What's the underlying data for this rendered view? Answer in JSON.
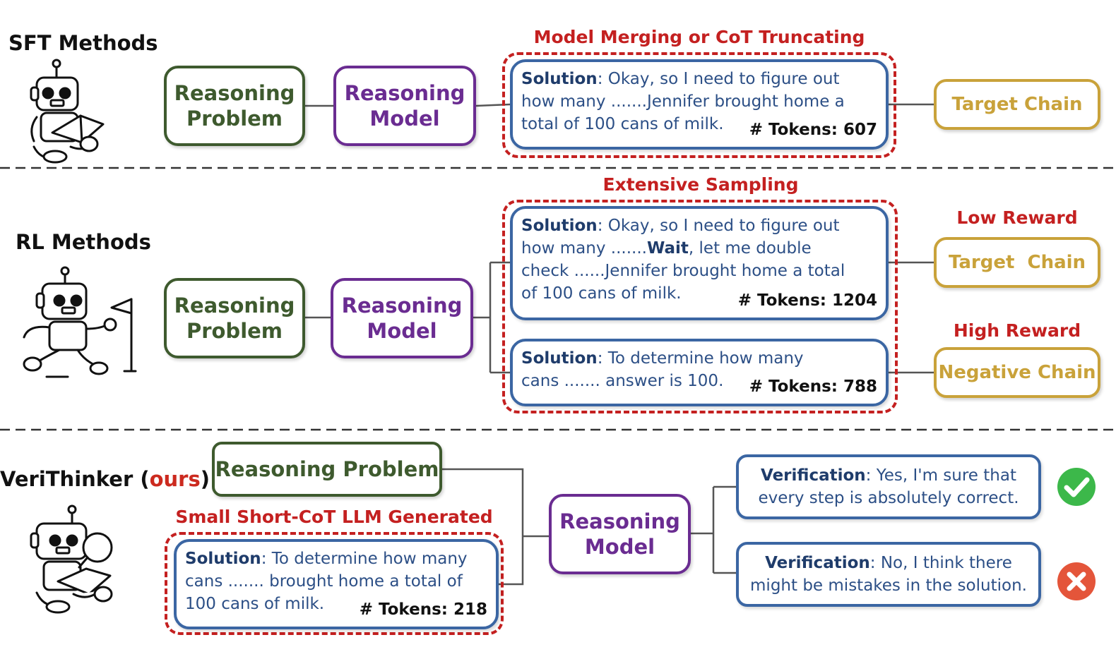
{
  "sft": {
    "title": "SFT Methods",
    "problem": [
      "Reasoning",
      "Problem"
    ],
    "model": [
      "Reasoning",
      "Model"
    ],
    "strategy": "Model Merging or CoT Truncating",
    "solution": {
      "key": "Solution",
      "lines": [
        ": Okay, so I need to figure out",
        "how many .......Jennifer brought home a",
        "total of 100 cans of milk."
      ],
      "tokens": "# Tokens: 607"
    },
    "target": "Target Chain"
  },
  "rl": {
    "title": "RL Methods",
    "problem": [
      "Reasoning",
      "Problem"
    ],
    "model": [
      "Reasoning",
      "Model"
    ],
    "strategy": "Extensive Sampling",
    "solution_long": {
      "key": "Solution",
      "line1": ": Okay, so I need to figure out",
      "line2_pre": "how many .......",
      "line2_wait": "Wait",
      "line2_post": ", let me double",
      "line3": "check ......Jennifer brought home a total",
      "line4": "of 100 cans of milk.",
      "tokens": "# Tokens: 1204"
    },
    "solution_short": {
      "key": "Solution",
      "line1": ": To determine how many",
      "line2": "cans ....... answer is 100.",
      "tokens": "# Tokens: 788"
    },
    "low_reward": "Low Reward",
    "high_reward": "High Reward",
    "target": "Target  Chain",
    "negative": "Negative Chain"
  },
  "veri": {
    "title_main": "VeriThinker (",
    "title_accent": "ours",
    "title_end": ")",
    "problem": "Reasoning Problem",
    "generator": "Small Short-CoT LLM Generated",
    "solution": {
      "key": "Solution",
      "line1": ": To determine how many",
      "line2": "cans ....... brought home a total of",
      "line3": "100 cans of milk.",
      "tokens": "# Tokens: 218"
    },
    "model": [
      "Reasoning",
      "Model"
    ],
    "verify_yes": {
      "key": "Verification",
      "line1": ": Yes, I'm sure that",
      "line2": "every step is absolutely correct."
    },
    "verify_no": {
      "key": "Verification",
      "line1": ": No, I think there",
      "line2": "might be mistakes in the solution."
    },
    "yes_icon": "check-icon",
    "no_icon": "cross-icon"
  },
  "colors": {
    "green": "#3e5a2e",
    "purple": "#6a2c91",
    "gold": "#c9a23a",
    "blue": "#3b66a3",
    "red": "#c42020",
    "check": "#3cb84a",
    "cross": "#e4553a"
  }
}
